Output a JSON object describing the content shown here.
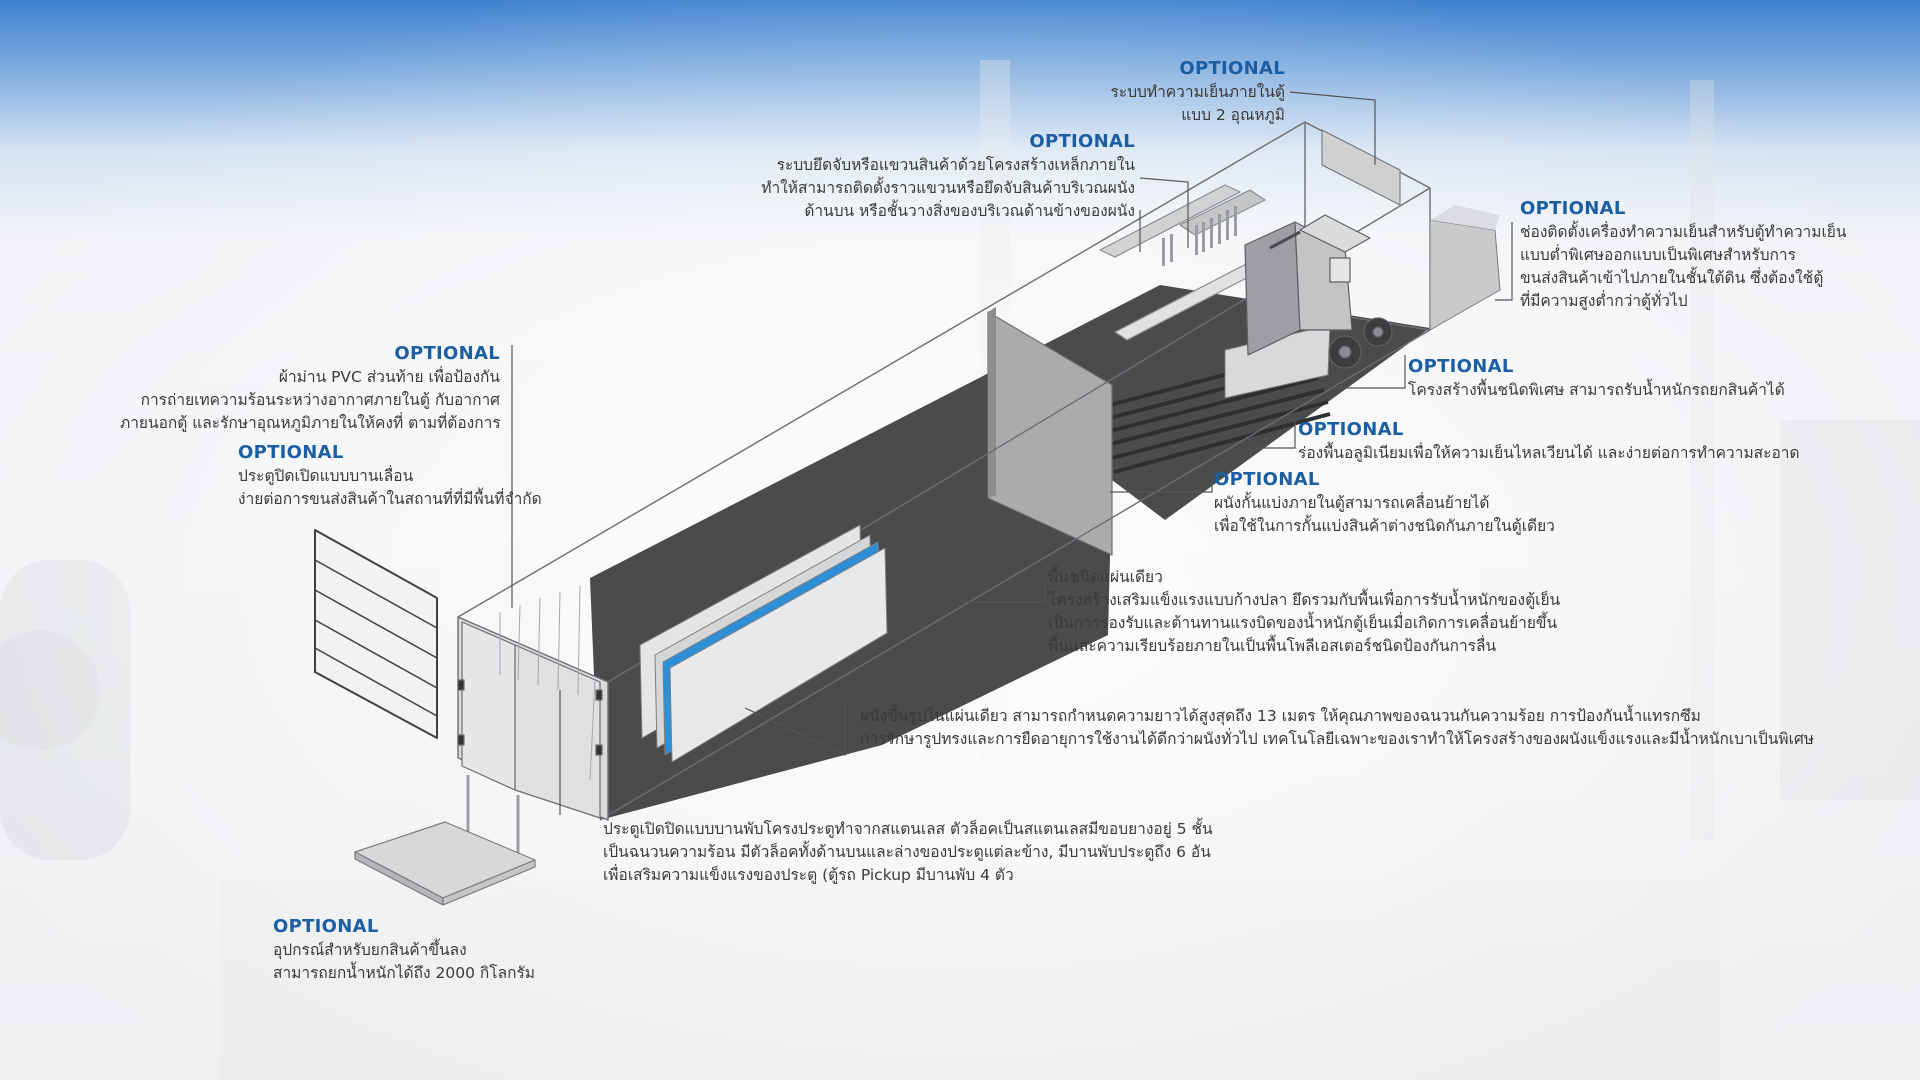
{
  "colors": {
    "optional_label": "#1c5ea3",
    "text": "#3a3a3a",
    "leader_line": "#555555",
    "insulation_blue": "#2f8fd6",
    "sky_top": "#3f82cf"
  },
  "callouts": {
    "dual_temp": {
      "label": "OPTIONAL",
      "lines": [
        "ระบบทำความเย็นภายในตู้",
        "แบบ 2 อุณหภูมิ"
      ]
    },
    "hanging_rail": {
      "label": "OPTIONAL",
      "lines": [
        "ระบบยึดจับหรือแขวนสินค้าด้วยโครงสร้างเหล็กภายใน",
        "ทำให้สามารถติดตั้งราวแขวนหรือยึดจับสินค้าบริเวณผนัง",
        "ด้านบน หรือชั้นวางสิ่งของบริเวณด้านข้างของผนัง"
      ]
    },
    "underfloor_cooling": {
      "label": "OPTIONAL",
      "lines": [
        "ช่องติดตั้งเครื่องทำความเย็นสำหรับตู้ทำความเย็น",
        "แบบต่ำพิเศษออกแบบเป็นพิเศษสำหรับการ",
        "ขนส่งสินค้าเข้าไปภายในชั้นใต้ดิน ซึ่งต้องใช้ตู้",
        "ที่มีความสูงต่ำกว่าตู้ทั่วไป"
      ]
    },
    "forklift_floor": {
      "label": "OPTIONAL",
      "lines": [
        "โครงสร้างพื้นชนิดพิเศษ สามารถรับน้ำหนักรถยกสินค้าได้"
      ]
    },
    "aluminium_floor": {
      "label": "OPTIONAL",
      "lines": [
        "ร่องพื้นอลูมิเนียมเพื่อให้ความเย็นไหลเวียนได้ และง่ายต่อการทำความสะอาด"
      ]
    },
    "movable_partition": {
      "label": "OPTIONAL",
      "lines": [
        "ผนังกั้นแบ่งภายในตู้สามารถเคลื่อนย้ายได้",
        "เพื่อใช้ในการกั้นแบ่งสินค้าต่างชนิดกันภายในตู้เดียว"
      ]
    },
    "pvc_curtain": {
      "label": "OPTIONAL",
      "lines": [
        "ผ้าม่าน PVC ส่วนท้าย เพื่อป้องกัน",
        "การถ่ายเทความร้อนระหว่างอากาศภายในตู้ กับอากาศ",
        "ภายนอกตู้ และรักษาอุณหภูมิภายในให้คงที่ ตามที่ต้องการ"
      ]
    },
    "sliding_door": {
      "label": "OPTIONAL",
      "lines": [
        "ประตูปิดเปิดแบบบานเลื่อน",
        "ง่ายต่อการขนส่งสินค้าในสถานที่ที่มีพื้นที่จำกัด"
      ]
    },
    "single_floor": {
      "lines": [
        "พื้นชนิดแผ่นเดียว",
        "โครงสร้างเสริมแข็งแรงแบบก้างปลา ยึดรวมกับพื้นเพื่อการรับน้ำหนักของตู้เย็น",
        "เป็นการรองรับและต้านทานแรงบิดของน้ำหนักตู้เย็นเมื่อเกิดการเคลื่อนย้ายขึ้น",
        "พื้นและความเรียบร้อยภายในเป็นพื้นโพลีเอสเตอร์ชนิดป้องกันการลื่น"
      ]
    },
    "wall_panel": {
      "lines": [
        "ผนังขึ้นรูปในแผ่นเดียว สามารถกำหนดความยาวได้สูงสุดถึง 13 เมตร ให้คุณภาพของฉนวนกันความร้อย การป้องกันน้ำแทรกซึม",
        "การรักษารูปทรงและการยืดอายุการใช้งานได้ดีกว่าผนังทั่วไป เทคโนโลยีเฉพาะของเราทำให้โครงสร้างของผนังแข็งแรงและมีน้ำหนักเบาเป็นพิเศษ"
      ]
    },
    "rear_door": {
      "lines": [
        "ประตูเปิดปิดแบบบานพับโครงประตูทำจากสแตนเลส ตัวล็อคเป็นสแตนเลสมีขอบยางอยู่ 5 ชั้น",
        "เป็นฉนวนความร้อน มีตัวล็อคทั้งด้านบนและล่างของประตูแต่ละข้าง, มีบานพับประตูถึง 6 อัน",
        "เพื่อเสริมความแข็งแรงของประตู (ตู้รถ Pickup มีบานพับ 4 ตัว"
      ]
    },
    "tail_lift": {
      "label": "OPTIONAL",
      "lines": [
        "อุปกรณ์สำหรับยกสินค้าขึ้นลง",
        "สามารถยกน้ำหนักได้ถึง 2000 กิโลกรัม"
      ]
    }
  }
}
